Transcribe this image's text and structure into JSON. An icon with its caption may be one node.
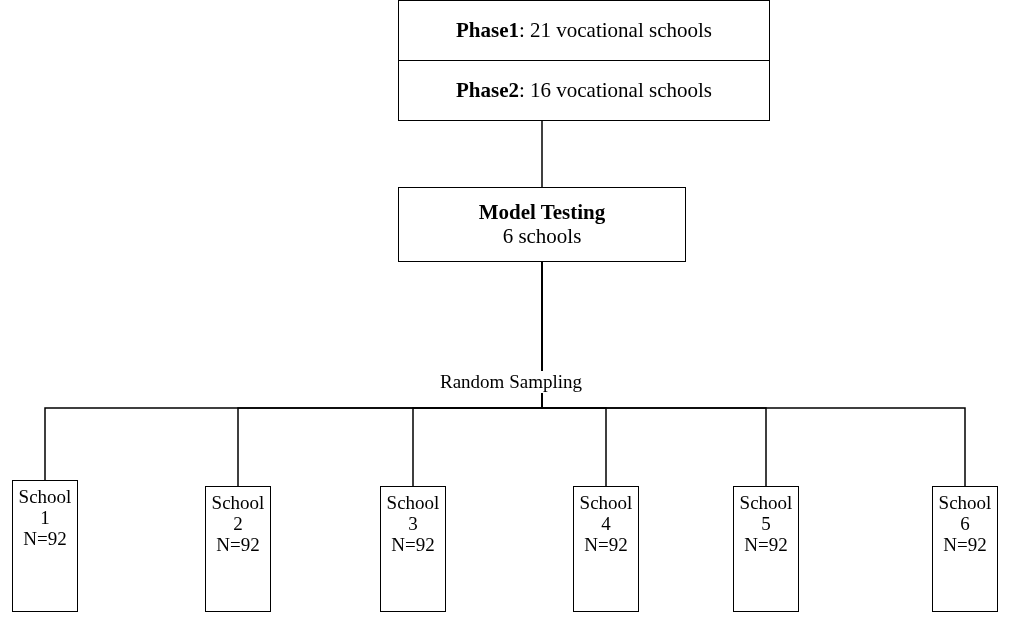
{
  "diagram": {
    "nodes": [
      {
        "text": [
          "**Phase1**:  21 vocational schools"
        ]
      },
      {
        "text": [
          "**Phase2**:  16 vocational schools"
        ]
      },
      {
        "text": [
          "Model Testing",
          "6 schools"
        ]
      },
      {
        "text": [
          "School 1",
          "N=92"
        ]
      },
      {
        "text": [
          "School 2",
          "N=92"
        ]
      },
      {
        "text": [
          "School 3",
          "N=92"
        ]
      },
      {
        "text": [
          "School 4",
          "N=92"
        ]
      },
      {
        "text": [
          "School 5",
          "N=92"
        ]
      },
      {
        "text": [
          "School 6",
          "N=92"
        ]
      }
    ],
    "edges": [
      {
        "from": 1,
        "to": 2,
        "arrow": "none"
      },
      {
        "from": 2,
        "to": 3,
        "arrow": "none"
      },
      {
        "from": 2,
        "to": 4,
        "arrow": "none"
      },
      {
        "from": 2,
        "to": 5,
        "arrow": "none"
      },
      {
        "from": 2,
        "to": 6,
        "arrow": "none"
      },
      {
        "from": 2,
        "to": 7,
        "arrow": "none"
      },
      {
        "from": 2,
        "to": 8,
        "arrow": "none"
      }
    ],
    "labels": [
      "Random Sampling"
    ]
  }
}
